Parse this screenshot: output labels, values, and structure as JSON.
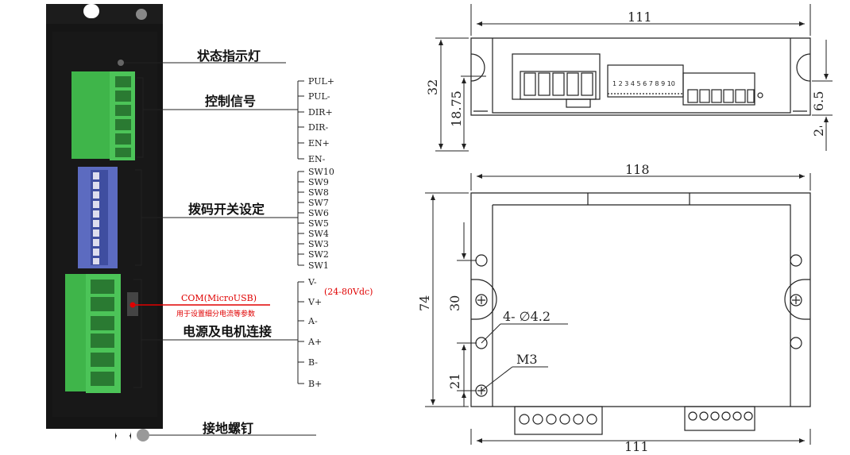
{
  "labels": {
    "status_led": "状态指示灯",
    "control_signal": "控制信号",
    "dip_switch": "拨码开关设定",
    "power_motor": "电源及电机连接",
    "ground_screw": "接地螺钉",
    "com": "COM(MicroUSB)",
    "com_note": "用于设置细分电流等参数",
    "voltage": "(24-80Vdc)"
  },
  "control_pins": [
    "PUL+",
    "PUL-",
    "DIR+",
    "DIR-",
    "EN+",
    "EN-"
  ],
  "dip_pins": [
    "SW10",
    "SW9",
    "SW8",
    "SW7",
    "SW6",
    "SW5",
    "SW4",
    "SW3",
    "SW2",
    "SW1"
  ],
  "power_pins": [
    "V-",
    "V+",
    "A-",
    "A+",
    "B-",
    "B+"
  ],
  "dip_numbers": "1 2 3 4 5 6 7 8 9 10",
  "dimensions": {
    "top_width": "111",
    "height_32": "32",
    "height_18_75": "18.75",
    "height_6_5": "6.5",
    "height_2": "2",
    "mid_width": "118",
    "side_74": "74",
    "side_30": "30",
    "side_21": "21",
    "hole_note": "4- ∅4.2",
    "screw_note": "M3",
    "bottom_width": "111"
  },
  "colors": {
    "driver_body": "#1c1c1c",
    "terminal_green": "#3fb54a",
    "dip_blue": "#5c6bc0",
    "accent_red": "#e00000"
  }
}
